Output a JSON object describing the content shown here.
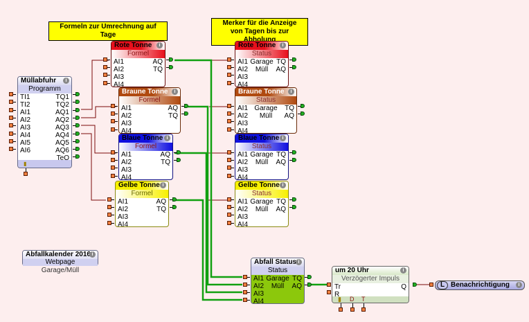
{
  "notes": {
    "formulas": "Formeln zur Umrechnung auf Tage",
    "marker_line1": "Merker für die Anzeige",
    "marker_line2": "von Tagen bis zur Abholung"
  },
  "program_block": {
    "title": "Müllabfuhr",
    "subtitle": "Programm",
    "inputs": [
      "TI1",
      "TI2",
      "AI1",
      "AI2",
      "AI3",
      "AI4",
      "AI5",
      "AI6"
    ],
    "outputs": [
      "TQ1",
      "TQ2",
      "AQ1",
      "AQ2",
      "AQ3",
      "AQ4",
      "AQ5",
      "AQ6",
      "TeQ"
    ]
  },
  "formula_blocks": [
    {
      "title": "Rote Tonne",
      "subtitle": "Formel",
      "color": "#e8101c",
      "inputs": [
        "AI1",
        "AI2",
        "AI3",
        "AI4"
      ],
      "outputs": [
        "AQ",
        "TQ"
      ]
    },
    {
      "title": "Braune Tonne",
      "subtitle": "Formel",
      "color": "#b04a10",
      "inputs": [
        "AI1",
        "AI2",
        "AI3",
        "AI4"
      ],
      "outputs": [
        "AQ",
        "TQ"
      ]
    },
    {
      "title": "Blaue Tonne",
      "subtitle": "Formel",
      "color": "#1010e0",
      "inputs": [
        "AI1",
        "AI2",
        "AI3",
        "AI4"
      ],
      "outputs": [
        "AQ",
        "TQ"
      ]
    },
    {
      "title": "Gelbe Tonne",
      "subtitle": "Formel",
      "color": "#f8f000",
      "inputs": [
        "AI1",
        "AI2",
        "AI3",
        "AI4"
      ],
      "outputs": [
        "AQ",
        "TQ"
      ]
    }
  ],
  "status_blocks": [
    {
      "title": "Rote Tonne",
      "subtitle": "Status",
      "color": "#e8101c",
      "inputs": [
        "AI1",
        "AI2",
        "AI3",
        "AI4"
      ],
      "mid": [
        "Garage",
        "Müll"
      ],
      "outputs": [
        "TQ",
        "AQ"
      ]
    },
    {
      "title": "Braune Tonne",
      "subtitle": "Status",
      "color": "#b04a10",
      "inputs": [
        "AI1",
        "AI2",
        "AI3",
        "AI4"
      ],
      "mid": [
        "Garage",
        "Müll"
      ],
      "outputs": [
        "TQ",
        "AQ"
      ]
    },
    {
      "title": "Blaue Tonne",
      "subtitle": "Status",
      "color": "#1010e0",
      "inputs": [
        "AI1",
        "AI2",
        "AI3",
        "AI4"
      ],
      "mid": [
        "Garage",
        "Müll"
      ],
      "outputs": [
        "TQ",
        "AQ"
      ]
    },
    {
      "title": "Gelbe Tonne",
      "subtitle": "Status",
      "color": "#f8f000",
      "inputs": [
        "AI1",
        "AI2",
        "AI3",
        "AI4"
      ],
      "mid": [
        "Garage",
        "Müll"
      ],
      "outputs": [
        "TQ",
        "AQ"
      ]
    }
  ],
  "webpage_block": {
    "title": "Abfallkalender 2016",
    "subtitle": "Webpage",
    "caption": "Garage/Müll"
  },
  "abfall_status": {
    "title": "Abfall Status",
    "subtitle": "Status",
    "inputs": [
      "AI1",
      "AI2",
      "AI3",
      "AI4"
    ],
    "mid": [
      "Garage",
      "Müll"
    ],
    "outputs": [
      "TQ",
      "AQ"
    ],
    "color": "#8cc80c"
  },
  "delay_block": {
    "title": "um 20 Uhr",
    "subtitle": "Verzögerter Impuls",
    "inputs": [
      "Tr",
      "R"
    ],
    "output": "Q",
    "params": [
      "D",
      "T"
    ]
  },
  "notification": {
    "type_label": "L",
    "label": "Benachrichtigung"
  },
  "colors": {
    "background": "#fdeeee",
    "wire_analog": "#7a0a0a",
    "wire_active": "#10a010",
    "pin_input": "#f08040",
    "pin_output": "#22b022"
  }
}
